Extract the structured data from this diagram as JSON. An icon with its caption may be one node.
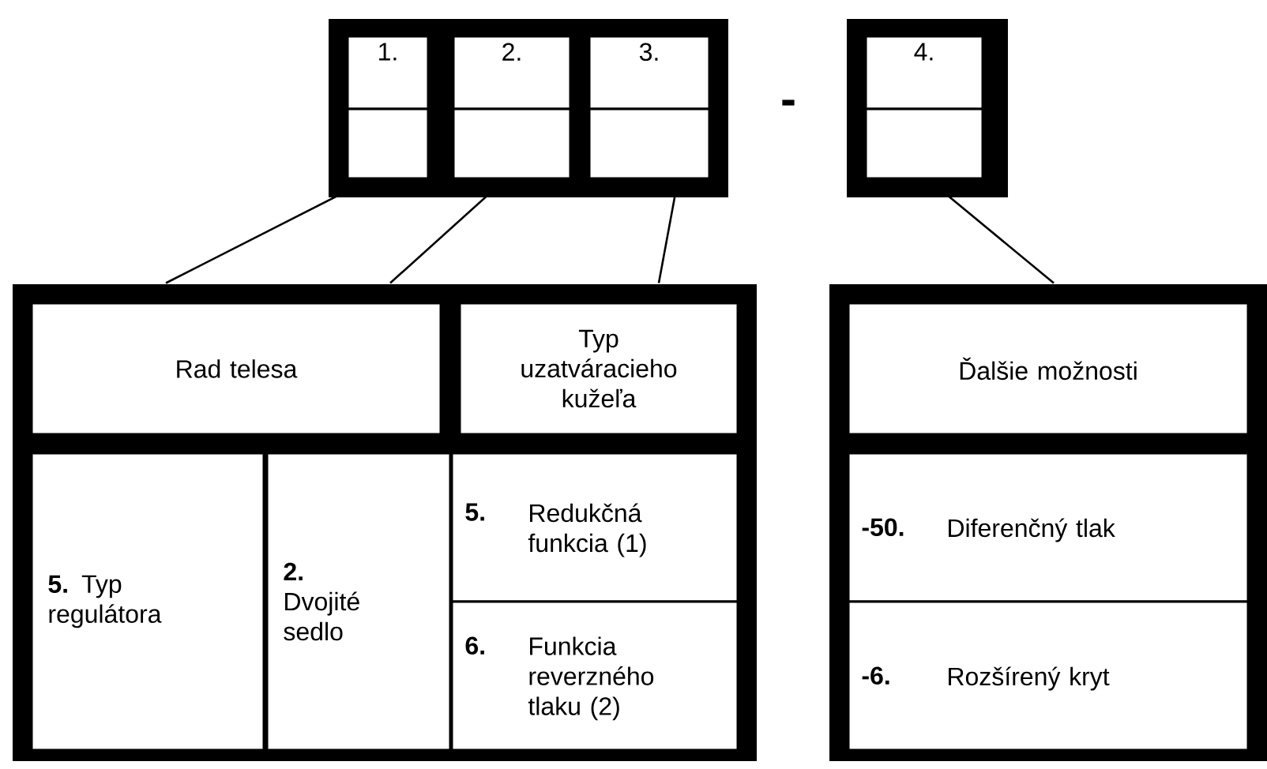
{
  "diagram": {
    "nodes": [
      {
        "text": [
          "1."
        ]
      },
      {
        "text": [
          "2."
        ]
      },
      {
        "text": [
          "3."
        ]
      },
      {
        "text": [],
        "shape": "box"
      },
      {
        "text": [],
        "shape": "box"
      },
      {
        "text": [],
        "shape": "box"
      },
      {
        "text": [
          "4."
        ]
      },
      {
        "text": [],
        "shape": "box"
      },
      {
        "text": [
          "Rad telesa"
        ]
      },
      {
        "text": [
          "Typ uzatváracieho kužeľa"
        ]
      },
      {
        "text": [
          "**5.** Typ regulátora"
        ]
      },
      {
        "text": [
          "**2.** Dvojité sedlo"
        ]
      },
      {
        "text": [
          "5.",
          "Redukčná funkcia (1)"
        ]
      },
      {
        "text": [
          "6.",
          "Funkcia reverzného tlaku (2)"
        ]
      },
      {
        "text": [
          "Ďalšie možnosti"
        ]
      },
      {
        "text": [
          "-50.",
          "Diferenčný tlak"
        ]
      },
      {
        "text": [
          "-6.",
          "Rozšírený kryt"
        ]
      }
    ],
    "edges": [
      {
        "from": 3,
        "to": 8,
        "arrow": "none"
      },
      {
        "from": 4,
        "to": 8,
        "arrow": "none"
      },
      {
        "from": 5,
        "to": 9,
        "arrow": "none"
      },
      {
        "from": 7,
        "to": 14,
        "arrow": "none"
      }
    ],
    "labels": [
      "-"
    ]
  }
}
